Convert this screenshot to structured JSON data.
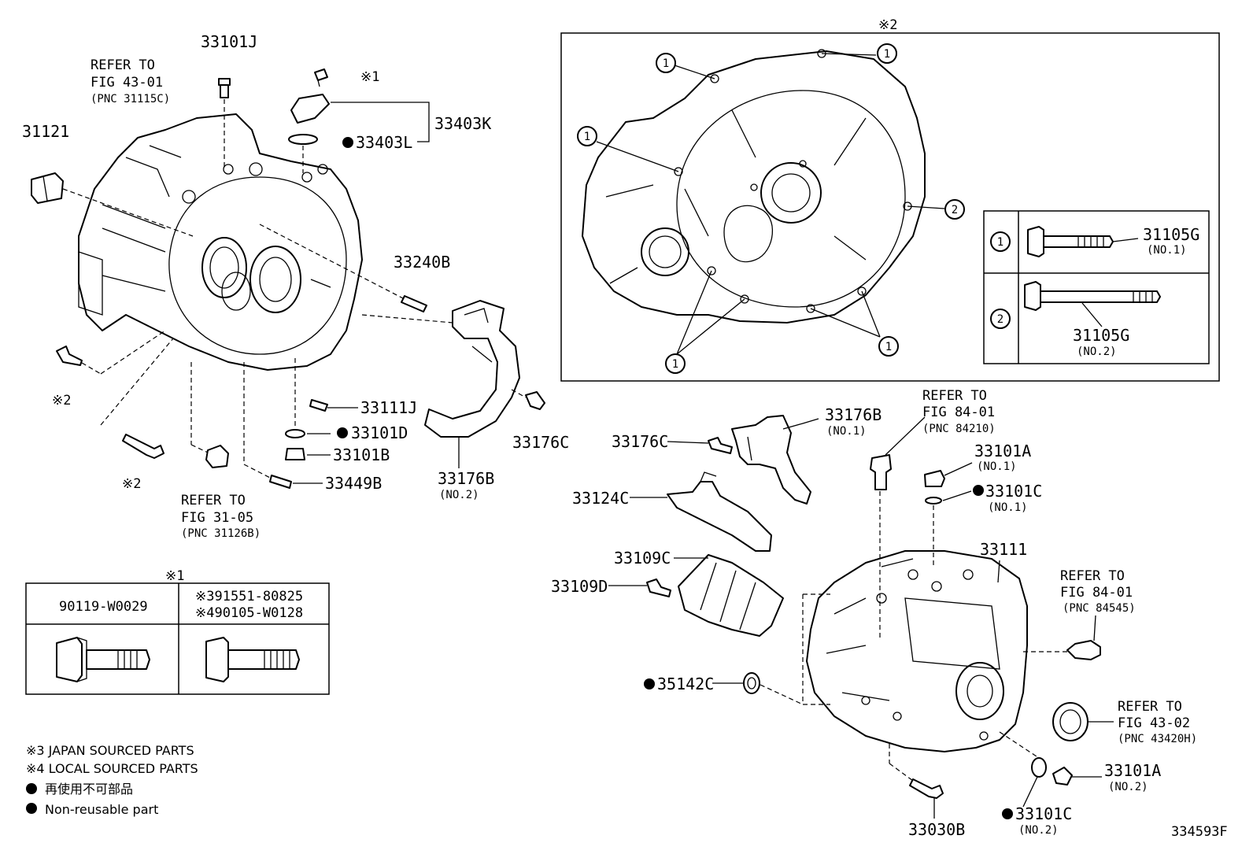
{
  "diagram_id": "334593F",
  "labels": {
    "p33101J": "33101J",
    "p31121": "31121",
    "refer_43_01_a": "REFER TO",
    "refer_43_01_b": "FIG 43-01",
    "refer_43_01_c": "(PNC 31115C)",
    "p33403K": "33403K",
    "p33403L": "33403L",
    "mark1_top": "※1",
    "p33240B": "33240B",
    "mark2_left": "※2",
    "mark2_left2": "※2",
    "p33111J": "33111J",
    "p33101D": "33101D",
    "p33101B": "33101B",
    "p33449B": "33449B",
    "p33176B_no2": "33176B",
    "no2_a": "(NO.2)",
    "p33176C_a": "33176C",
    "refer_31_05_a": "REFER TO",
    "refer_31_05_b": "FIG 31-05",
    "refer_31_05_c": "(PNC 31126B)",
    "mark2_box": "※2",
    "p31105G_1": "31105G",
    "no1_a": "(NO.1)",
    "p31105G_2": "31105G",
    "no2_b": "(NO.2)",
    "p33176B_no1": "33176B",
    "no1_b": "(NO.1)",
    "p33176C_b": "33176C",
    "p33124C": "33124C",
    "p33109C": "33109C",
    "p33109D": "33109D",
    "refer_84_01a_a": "REFER TO",
    "refer_84_01a_b": "FIG 84-01",
    "refer_84_01a_c": "(PNC 84210)",
    "p33101A_1": "33101A",
    "no1_c": "(NO.1)",
    "p33101C_1": "33101C",
    "no1_d": "(NO.1)",
    "p33111": "33111",
    "refer_84_01b_a": "REFER TO",
    "refer_84_01b_b": "FIG 84-01",
    "refer_84_01b_c": "(PNC 84545)",
    "p35142C": "35142C",
    "refer_43_02_a": "REFER TO",
    "refer_43_02_b": "FIG 43-02",
    "refer_43_02_c": "(PNC 43420H)",
    "p33101A_2": "33101A",
    "no2_c": "(NO.2)",
    "p33101C_2": "33101C",
    "no2_d": "(NO.2)",
    "p33030B": "33030B",
    "circle1": "1",
    "circle2": "2"
  },
  "table": {
    "mark": "※1",
    "col1": "90119-W0029",
    "col2_a": "※391551-80825",
    "col2_b": "※490105-W0128"
  },
  "legend": {
    "line1": "※3 JAPAN SOURCED PARTS",
    "line2": "※4 LOCAL SOURCED PARTS",
    "line3": "再使用不可部品",
    "line4": "Non-reusable part"
  }
}
